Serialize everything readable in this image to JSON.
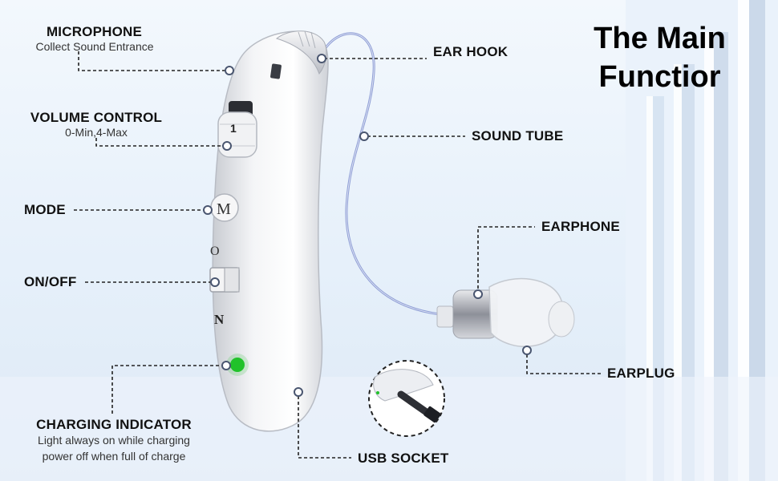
{
  "title": {
    "line1": "The Main",
    "line2": "Functior"
  },
  "labels": {
    "microphone": {
      "title": "MICROPHONE",
      "desc": "Collect Sound Entrance"
    },
    "volume": {
      "title": "VOLUME CONTROL",
      "desc": "0-Min,4-Max"
    },
    "mode": {
      "title": "MODE"
    },
    "onoff": {
      "title": "ON/OFF"
    },
    "charging": {
      "title": "CHARGING INDICATOR",
      "desc1": "Light always on while charging",
      "desc2": "power off when full of charge"
    },
    "earhook": {
      "title": "EAR HOOK"
    },
    "soundtube": {
      "title": "SOUND TUBE"
    },
    "earphone": {
      "title": "EARPHONE"
    },
    "earplug": {
      "title": "EARPLUG"
    },
    "usb": {
      "title": "USB SOCKET"
    }
  },
  "device": {
    "wheel_digit": "1",
    "mode_button": "M",
    "switch_on": "O",
    "switch_off": "N",
    "indicator_color": "#22c22a"
  },
  "colors": {
    "tube": "#8f9fd6",
    "dot_stroke": "#4a5670",
    "leader": "#222222"
  }
}
